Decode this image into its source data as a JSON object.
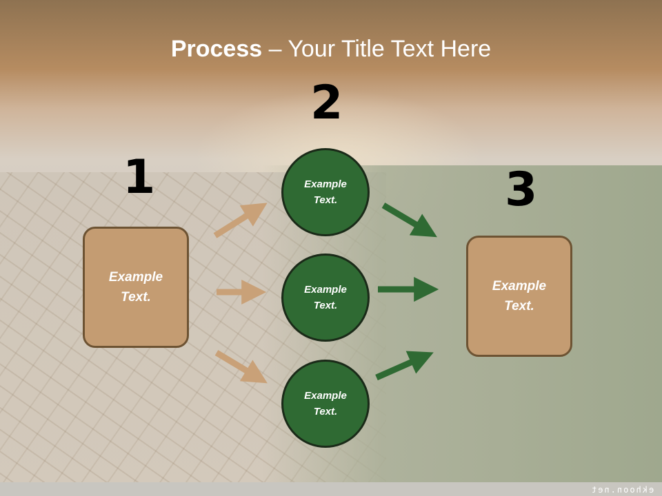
{
  "title": {
    "bold": "Process",
    "rest": " – Your Title Text Here"
  },
  "steps": {
    "one": {
      "number": "1",
      "text": "Example\nText."
    },
    "two": {
      "number": "2"
    },
    "three": {
      "number": "3",
      "text": "Example\nText."
    }
  },
  "circles": [
    {
      "text": "Example\nText."
    },
    {
      "text": "Example\nText."
    },
    {
      "text": "Example\nText."
    }
  ],
  "watermark": "ekhoon.net",
  "colors": {
    "box_fill": "#c49c72",
    "circle_fill": "#2f6a33",
    "arrow_tan": "#c9a178",
    "arrow_green": "#2f6a33"
  }
}
